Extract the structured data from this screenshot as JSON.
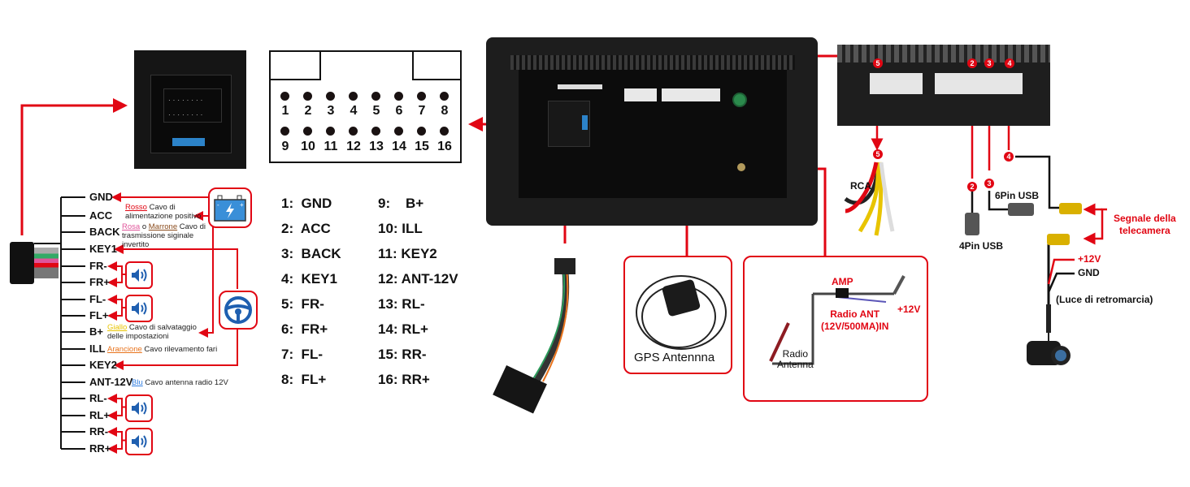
{
  "pinout": {
    "top_row": [
      "1",
      "2",
      "3",
      "4",
      "5",
      "6",
      "7",
      "8"
    ],
    "bottom_row": [
      "9",
      "10",
      "11",
      "12",
      "13",
      "14",
      "15",
      "16"
    ]
  },
  "legend": {
    "left": [
      "1:  GND",
      "2:  ACC",
      "3:  BACK",
      "4:  KEY1",
      "5:  FR-",
      "6:  FR+",
      "7:  FL-",
      "8:  FL+"
    ],
    "right": [
      "9:    B+",
      "10: ILL",
      "11: KEY2",
      "12: ANT-12V",
      "13: RL-",
      "14: RL+",
      "15: RR-",
      "16: RR+"
    ]
  },
  "harness_pins": [
    "GND",
    "ACC",
    "BACK",
    "KEY1",
    "FR-",
    "FR+",
    "FL-",
    "FL+",
    "B+",
    "ILL",
    "KEY2",
    "ANT-12V",
    "RL-",
    "RL+",
    "RR-",
    "RR+"
  ],
  "notes": {
    "acc": {
      "color_word": "Rosso",
      "color": "#e10613",
      "text": " Cavo di",
      "line2": "alimentazione positivo"
    },
    "back": {
      "color_word1": "Rosa",
      "color1": "#e0559a",
      "mid": " o ",
      "color_word2": "Marrone",
      "color2": "#8a4b1c",
      "text": " Cavo di",
      "line2": "trasmissione siginale",
      "line3": "invertito"
    },
    "bplus": {
      "color_word": "Giallo",
      "color": "#e8c400",
      "text": "  Cavo di salvataggio",
      "line2": "delle impostazioni"
    },
    "ill": {
      "color_word": "Arancione",
      "color": "#e8731c",
      "text": " Cavo rilevamento fari"
    },
    "ant": {
      "color_word": "Blu",
      "color": "#2f7de1",
      "text": " Cavo antenna radio 12V"
    }
  },
  "icons": {
    "battery": "battery-icon",
    "steering": "steering-wheel-icon",
    "speaker": "speaker-icon"
  },
  "accessories": {
    "gps": "GPS Antennna",
    "radio": {
      "amp": "AMP",
      "plus12": "+12V",
      "ant_in_1": "Radio ANT",
      "ant_in_2": "(12V/500MA)IN",
      "antenna_1": "Radio",
      "antenna_2": "Antenna"
    },
    "rca": "RCA",
    "usb4": "4Pin USB",
    "usb6": "6Pin USB",
    "camera": {
      "signal_1": "Segnale della",
      "signal_2": "telecamera",
      "plus12": "+12V",
      "gnd": "GND",
      "reverse": "(Luce di retromarcia)"
    },
    "badges": [
      "5",
      "2",
      "3",
      "4"
    ]
  },
  "colors": {
    "accent": "#e10613",
    "speaker_blue": "#1f5fb0",
    "battery_blue": "#3a8fd8"
  }
}
